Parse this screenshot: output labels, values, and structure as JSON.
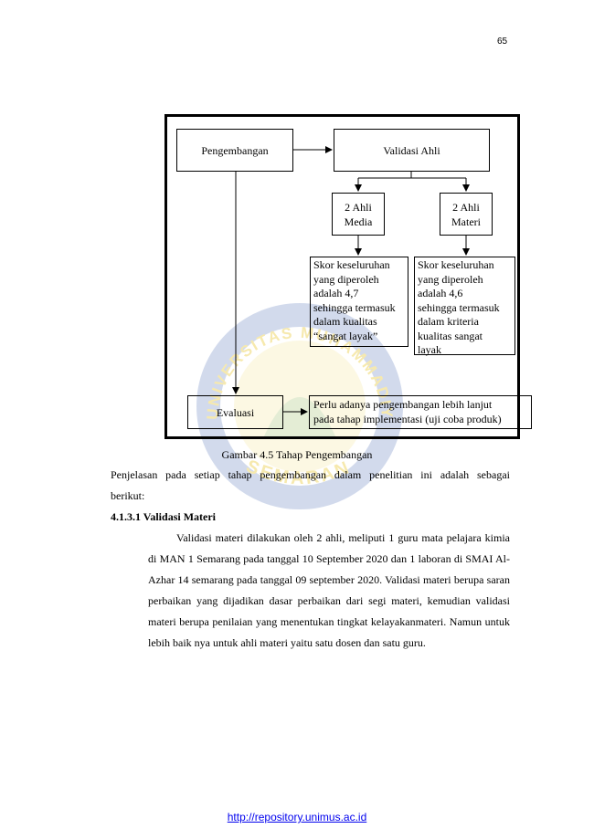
{
  "page_number": "65",
  "diagram": {
    "pengembangan": "Pengembangan",
    "validasi_ahli": "Validasi Ahli",
    "ahli_media": [
      "2 Ahli",
      "Media"
    ],
    "ahli_materi": [
      "2 Ahli",
      "Materi"
    ],
    "skor_media": [
      "Skor keseluruhan",
      "yang diperoleh",
      "adalah 4,7",
      "sehingga termasuk",
      "dalam kualitas",
      "“sangat layak”"
    ],
    "skor_materi": [
      "Skor keseluruhan",
      "yang diperoleh",
      "adalah 4,6",
      "sehingga termasuk",
      "dalam kriteria",
      "kualitas sangat",
      "layak"
    ],
    "evaluasi": "Evaluasi",
    "perlu": [
      "Perlu adanya pengembangan lebih lanjut",
      "pada tahap implementasi (uji coba produk)"
    ]
  },
  "watermark": {
    "top_text": "UNIVERSITAS MUHAMMADIYAH",
    "bottom_text": "SEMARANG",
    "colors": {
      "blue": "#2a52a8",
      "yellow": "#e8c21a",
      "green": "#4a9a4a"
    }
  },
  "figure_caption": "Gambar 4.5 Tahap Pengembangan",
  "intro": {
    "line1": "Penjelasan pada setiap tahap pengembangan dalam penelitian ini adalah sebagai",
    "line2": "berikut:"
  },
  "section_heading": "4.1.3.1 Validasi Materi",
  "body_paragraph": "Validasi materi dilakukan oleh 2 ahli, meliputi 1 guru mata pelajara kimia di MAN 1 Semarang pada tanggal 10 September 2020 dan 1 laboran di SMAI Al- Azhar 14 semarang pada tanggal 09 september 2020. Validasi materi berupa saran perbaikan yang dijadikan dasar perbaikan dari segi materi, kemudian validasi materi berupa penilaian yang menentukan tingkat kelayakanmateri. Namun untuk lebih baik nya untuk ahli materi yaitu satu dosen dan satu guru.",
  "footer_link": "http://repository.unimus.ac.id"
}
